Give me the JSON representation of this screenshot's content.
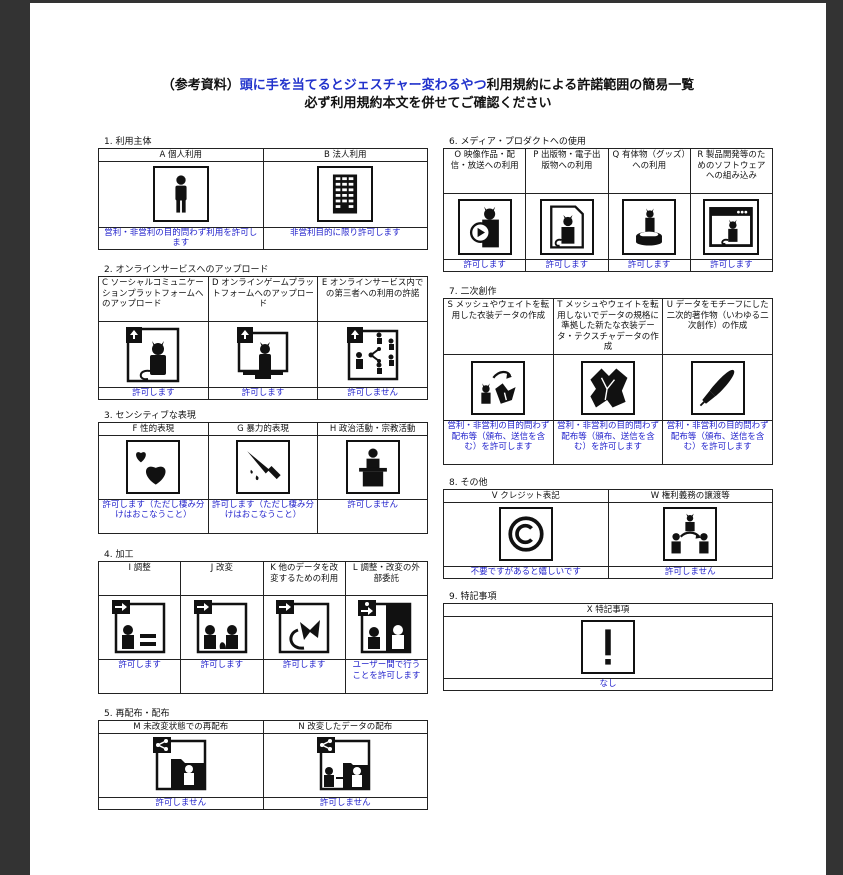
{
  "title": {
    "prefix": "（参考資料）",
    "highlight": "頭に手を当てるとジェスチャー変わるやつ",
    "suffix": "利用規約による許諾範囲の簡易一覧",
    "line2": "必ず利用規約本文を併せてご確認ください"
  },
  "colors": {
    "result_text": "#2222cc",
    "title_highlight": "#2233cc",
    "background": "#333333"
  },
  "sections": {
    "s1": {
      "label": "1. 利用主体",
      "items": [
        {
          "header": "A 個人利用",
          "icon": "person-icon",
          "result": "営利・非営利の目的問わず利用を許可します"
        },
        {
          "header": "B 法人利用",
          "icon": "building-icon",
          "result": "非営利目的に限り許可します"
        }
      ]
    },
    "s2": {
      "label": "2. オンラインサービスへのアップロード",
      "items": [
        {
          "header": "C ソーシャルコミュニケーションプラットフォームへのアップロード",
          "icon": "upload-sns-icon",
          "result": "許可します"
        },
        {
          "header": "D オンラインゲームプラットフォームへのアップロード",
          "icon": "upload-game-icon",
          "result": "許可します"
        },
        {
          "header": "E オンラインサービス内での第三者への利用の許諾",
          "icon": "upload-share-icon",
          "result": "許可しません"
        }
      ]
    },
    "s3": {
      "label": "3. センシティブな表現",
      "items": [
        {
          "header": "F 性的表現",
          "icon": "hearts-icon",
          "result": "許可します（ただし棲み分けはおこなうこと）"
        },
        {
          "header": "G 暴力的表現",
          "icon": "knife-icon",
          "result": "許可します（ただし棲み分けはおこなうこと）"
        },
        {
          "header": "H 政治活動・宗教活動",
          "icon": "podium-icon",
          "result": "許可しません"
        }
      ]
    },
    "s4": {
      "label": "4. 加工",
      "items": [
        {
          "header": "I 調整",
          "icon": "adjust-icon",
          "result": "許可します"
        },
        {
          "header": "J 改変",
          "icon": "modify-icon",
          "result": "許可します"
        },
        {
          "header": "K 他のデータを改変するための利用",
          "icon": "parts-icon",
          "result": "許可します"
        },
        {
          "header": "L 調整・改変の外部委託",
          "icon": "outsource-icon",
          "result": "ユーザー間で行うことを許可します"
        }
      ]
    },
    "s5": {
      "label": "5. 再配布・配布",
      "items": [
        {
          "header": "M 未改変状態での再配布",
          "icon": "redistribute-icon",
          "result": "許可しません"
        },
        {
          "header": "N 改変したデータの配布",
          "icon": "distribute-modified-icon",
          "result": "許可しません"
        }
      ]
    },
    "s6": {
      "label": "6. メディア・プロダクトへの使用",
      "items": [
        {
          "header": "O 映像作品・配信・放送への利用",
          "icon": "video-icon",
          "result": "許可します"
        },
        {
          "header": "P 出版物・電子出版物への利用",
          "icon": "publication-icon",
          "result": "許可します"
        },
        {
          "header": "Q 有体物（グッズ）への利用",
          "icon": "goods-icon",
          "result": "許可します"
        },
        {
          "header": "R 製品開発等のためのソフトウェアへの組み込み",
          "icon": "software-icon",
          "result": "許可します"
        }
      ]
    },
    "s7": {
      "label": "7. 二次創作",
      "items": [
        {
          "header": "S メッシュやウェイトを転用した衣装データの作成",
          "icon": "mesh-transfer-icon",
          "result": "営利・非営利の目的問わず配布等（頒布、送信を含む）を許可します"
        },
        {
          "header": "T メッシュやウェイトを転用しないでデータの規格に準拠した新たな衣装データ・テクスチャデータの作成",
          "icon": "new-costume-icon",
          "result": "営利・非営利の目的問わず配布等（頒布、送信を含む）を許可します"
        },
        {
          "header": "U データをモチーフにした二次的著作物（いわゆる二次創作）の作成",
          "icon": "pen-icon",
          "result": "営利・非営利の目的問わず配布等（頒布、送信を含む）を許可します"
        }
      ]
    },
    "s8": {
      "label": "8. その他",
      "items": [
        {
          "header": "V クレジット表記",
          "icon": "copyright-icon",
          "result": "不要ですがあると嬉しいです"
        },
        {
          "header": "W 権利義務の譲渡等",
          "icon": "transfer-icon",
          "result": "許可しません"
        }
      ]
    },
    "s9": {
      "label": "9. 特記事項",
      "items": [
        {
          "header": "X 特記事項",
          "icon": "exclamation-icon",
          "result": "なし"
        }
      ]
    }
  }
}
